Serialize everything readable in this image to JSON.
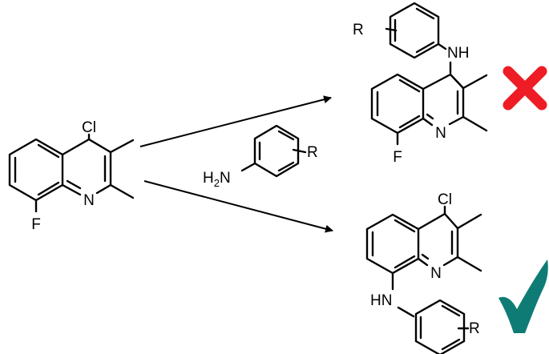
{
  "scheme": {
    "labels": {
      "cl": "Cl",
      "n": "N",
      "f": "F",
      "r": "R",
      "nh": "NH",
      "hn": "HN",
      "h": "H",
      "h2sub": "2"
    },
    "outcomes": {
      "rejected": {
        "icon": "cross-mark-icon",
        "color": "#ee1c24"
      },
      "accepted": {
        "icon": "check-mark-icon",
        "color": "#0e7c75"
      }
    }
  }
}
